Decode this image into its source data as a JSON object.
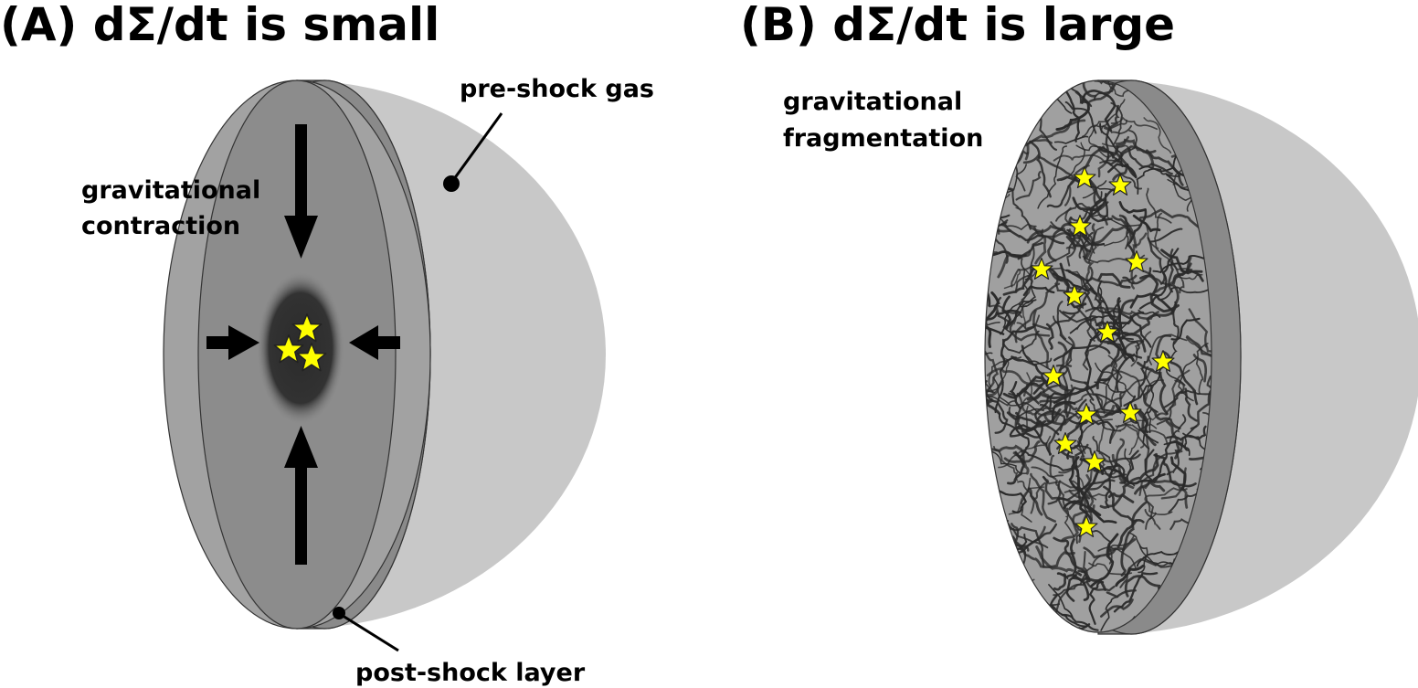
{
  "panel_a": {
    "title": "(A) dΣ/dt is small",
    "label_pre_shock": "pre-shock gas",
    "label_contraction_line1": "gravitational",
    "label_contraction_line2": "contraction",
    "label_post_shock": "post-shock layer"
  },
  "panel_b": {
    "title": "(B) dΣ/dt is large",
    "label_fragmentation_line1": "gravitational",
    "label_fragmentation_line2": "fragmentation"
  },
  "colors": {
    "pre_shock_gas": "#c8c8c8",
    "slab_rim": "#8a8a8a",
    "slab_face": "#a2a2a2",
    "core": "#2e2e2e",
    "filaments": "#2a2a2a",
    "star": "#ffff00"
  }
}
